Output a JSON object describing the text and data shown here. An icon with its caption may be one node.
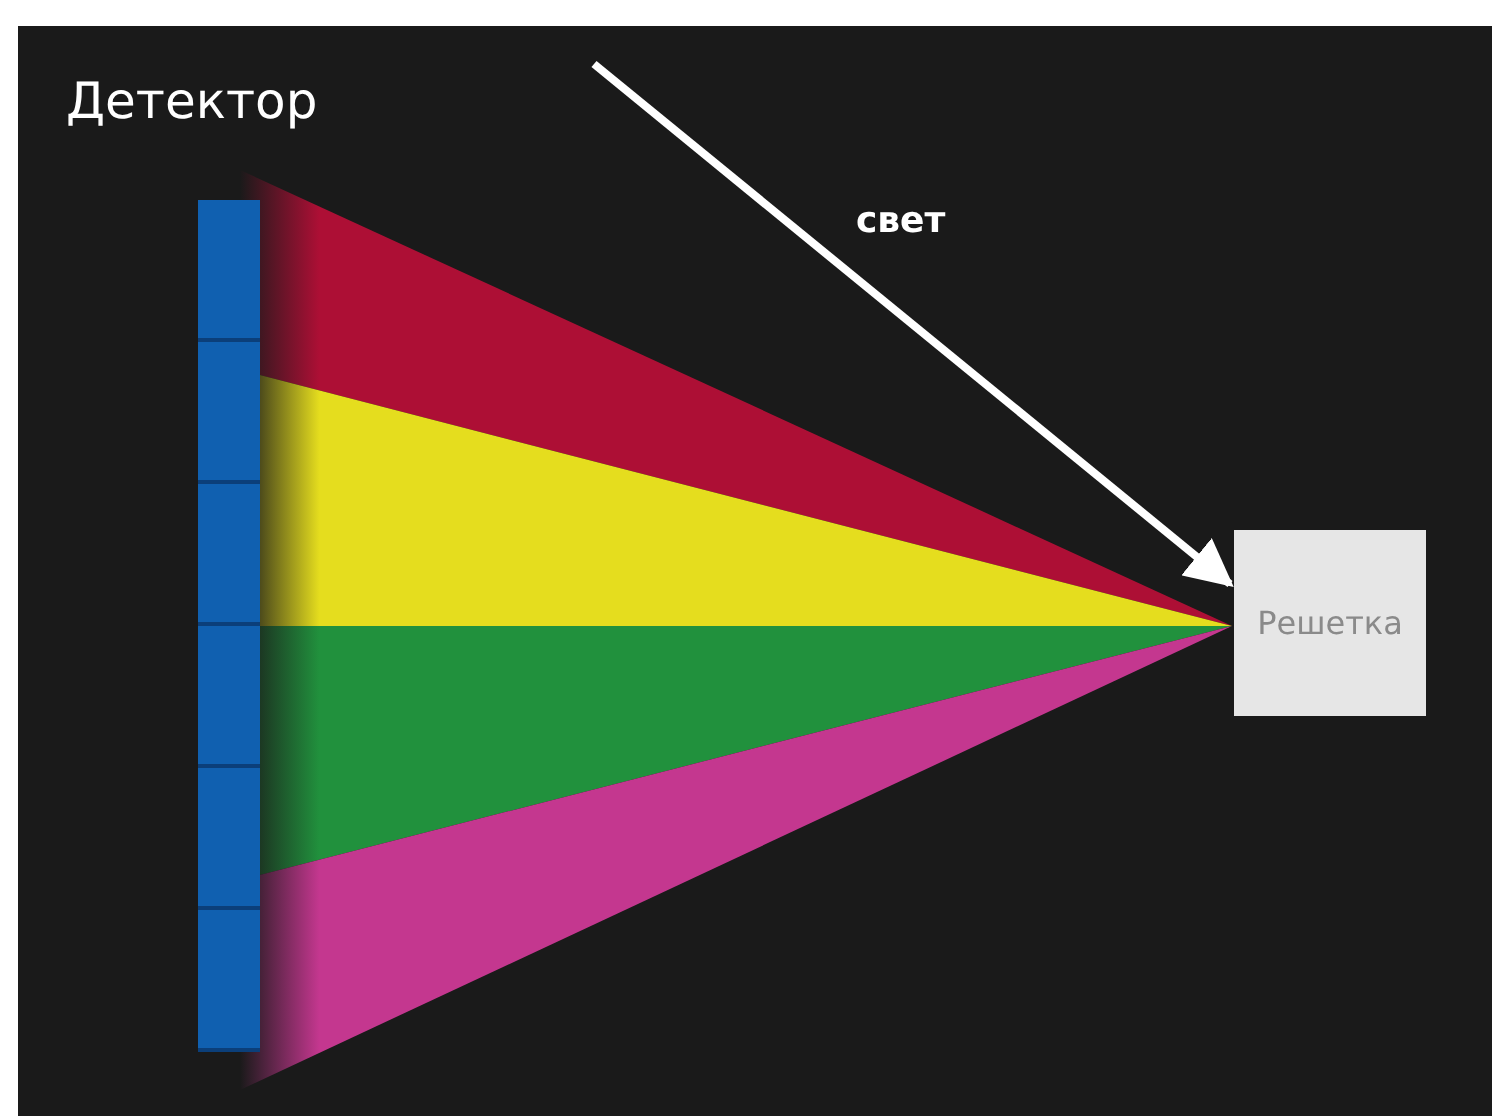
{
  "diagram": {
    "nodes": [
      {
        "text": [
          "Детектор"
        ]
      },
      {
        "text": [
          "Решетка"
        ]
      }
    ],
    "edges": [
      {
        "from": null,
        "to": 1,
        "arrow": "to",
        "label": "свет"
      }
    ]
  }
}
